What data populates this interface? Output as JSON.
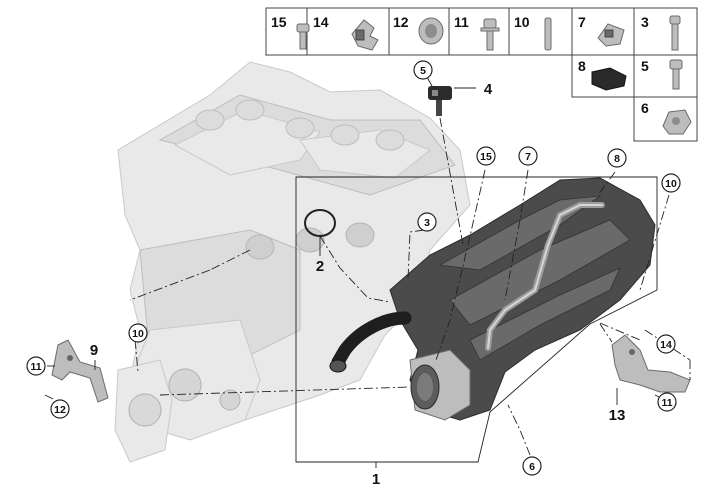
{
  "parts_table": {
    "cells": [
      {
        "num": "15",
        "icon": "bolt-icon"
      },
      {
        "num": "14",
        "icon": "clip-icon"
      },
      {
        "num": "12",
        "icon": "sleeve-icon"
      },
      {
        "num": "11",
        "icon": "bolt-icon"
      },
      {
        "num": "10",
        "icon": "stud-icon"
      },
      {
        "num": "7",
        "icon": "clip-icon"
      },
      {
        "num": "3",
        "icon": "stud-icon"
      },
      {
        "num": "8",
        "icon": "pad-icon"
      },
      {
        "num": "5",
        "icon": "bolt-icon"
      },
      {
        "num": "6",
        "icon": "clip-icon"
      }
    ]
  },
  "callouts": {
    "c1": "1",
    "c2": "2",
    "c3": "3",
    "c4": "4",
    "c5": "5",
    "c6": "6",
    "c7": "7",
    "c8": "8",
    "c9": "9",
    "c10a": "10",
    "c10b": "10",
    "c11a": "11",
    "c11b": "11",
    "c12": "12",
    "c13": "13",
    "c14": "14",
    "c15": "15"
  },
  "colors": {
    "engine": "#e9e9e9",
    "manifold": "#4b4b4b",
    "hose": "#1e1e1e"
  }
}
